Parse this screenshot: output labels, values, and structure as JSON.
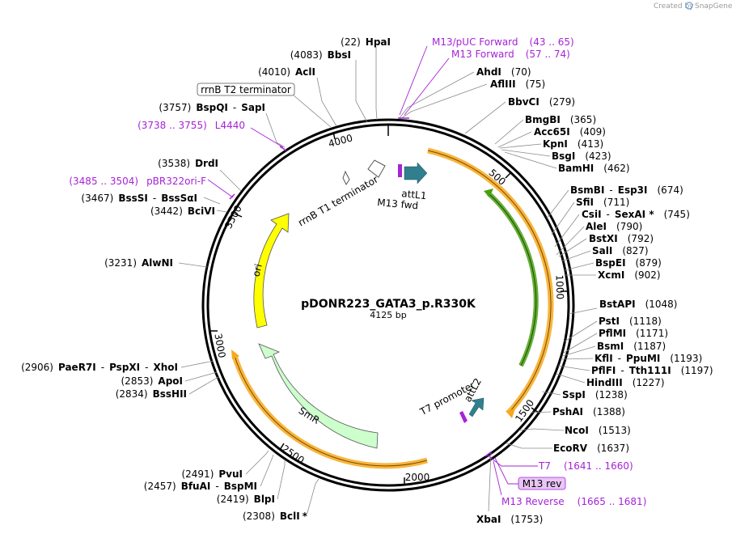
{
  "credit": {
    "prefix": "Created by",
    "brand": "SnapGene"
  },
  "plasmid": {
    "name": "pDONR223_GATA3_p.R330K",
    "size_label": "4125 bp"
  },
  "ticks": [
    "500",
    "1000",
    "1500",
    "2000",
    "2500",
    "3000",
    "3500",
    "4000"
  ],
  "features": {
    "attL1": "attL1",
    "m13fwd": "M13 fwd",
    "rrnb_t1": "rrnB T1 terminator",
    "t7_promoter": "T7 promoter",
    "attL2": "attL2",
    "ori": "ori",
    "smr": "SmR"
  },
  "boxed": {
    "rrnb_t2": "rrnB T2 terminator",
    "m13rev": "M13 rev"
  },
  "sites": {
    "hpai": {
      "pos": "(22)",
      "name": "HpaI"
    },
    "bbsi": {
      "pos": "(4083)",
      "name": "BbsI"
    },
    "acli": {
      "pos": "(4010)",
      "name": "AclI"
    },
    "bspqi": {
      "pos": "(3757)",
      "name": "BspQI",
      "alt": "SapI"
    },
    "drdi": {
      "pos": "(3538)",
      "name": "DrdI"
    },
    "bsssi": {
      "pos": "(3467)",
      "name": "BssSI",
      "alt": "BssSαI"
    },
    "bcivi": {
      "pos": "(3442)",
      "name": "BciVI"
    },
    "alwni": {
      "pos": "(3231)",
      "name": "AlwNI"
    },
    "paer7i": {
      "pos": "(2906)",
      "name": "PaeR7I",
      "alt": "PspXI",
      "alt2": "XhoI"
    },
    "apoi": {
      "pos": "(2853)",
      "name": "ApoI"
    },
    "bsshii": {
      "pos": "(2834)",
      "name": "BssHII"
    },
    "pvui": {
      "pos": "(2491)",
      "name": "PvuI"
    },
    "bfuai": {
      "pos": "(2457)",
      "name": "BfuAI",
      "alt": "BspMI"
    },
    "blpi": {
      "pos": "(2419)",
      "name": "BlpI"
    },
    "bcli": {
      "pos": "(2308)",
      "name": "BclI",
      "suffix": "*"
    },
    "xbai": {
      "name": "XbaI",
      "pos": "(1753)"
    },
    "ecorv": {
      "name": "EcoRV",
      "pos": "(1637)"
    },
    "ncoi": {
      "name": "NcoI",
      "pos": "(1513)"
    },
    "pshai": {
      "name": "PshAI",
      "pos": "(1388)"
    },
    "sspi": {
      "name": "SspI",
      "pos": "(1238)"
    },
    "hindiii": {
      "name": "HindIII",
      "pos": "(1227)"
    },
    "pflfi": {
      "name": "PflFI",
      "alt": "Tth111I",
      "pos": "(1197)"
    },
    "kfli": {
      "name": "KflI",
      "alt": "PpuMI",
      "pos": "(1193)"
    },
    "bsmi": {
      "name": "BsmI",
      "pos": "(1187)"
    },
    "pflmi": {
      "name": "PflMI",
      "pos": "(1171)"
    },
    "psti": {
      "name": "PstI",
      "pos": "(1118)"
    },
    "bstapi": {
      "name": "BstAPI",
      "pos": "(1048)"
    },
    "xcmi": {
      "name": "XcmI",
      "pos": "(902)"
    },
    "bspei": {
      "name": "BspEI",
      "pos": "(879)"
    },
    "sali": {
      "name": "SalI",
      "pos": "(827)"
    },
    "bstxi": {
      "name": "BstXI",
      "pos": "(792)"
    },
    "alei": {
      "name": "AleI",
      "pos": "(790)"
    },
    "csii": {
      "name": "CsiI",
      "alt": "SexAI *",
      "pos": "(745)"
    },
    "sfii": {
      "name": "SfiI",
      "pos": "(711)"
    },
    "bsmbi": {
      "name": "BsmBI",
      "alt": "Esp3I",
      "pos": "(674)"
    },
    "bamhi": {
      "name": "BamHI",
      "pos": "(462)"
    },
    "bsgi": {
      "name": "BsgI",
      "pos": "(423)"
    },
    "kpni": {
      "name": "KpnI",
      "pos": "(413)"
    },
    "acc65i": {
      "name": "Acc65I",
      "pos": "(409)"
    },
    "bmgbi": {
      "name": "BmgBI",
      "pos": "(365)"
    },
    "bbvci": {
      "name": "BbvCI",
      "pos": "(279)"
    },
    "aflii": {
      "name": "AflIII",
      "pos": "(75)"
    },
    "ahdi": {
      "name": "AhdI",
      "pos": "(70)"
    }
  },
  "primers": {
    "m13puc": {
      "name": "M13/pUC Forward",
      "range": "(43 .. 65)"
    },
    "m13fwd": {
      "name": "M13 Forward",
      "range": "(57 .. 74)"
    },
    "l4440": {
      "range": "(3738 .. 3755)",
      "name": "L4440"
    },
    "pbr322": {
      "range": "(3485 .. 3504)",
      "name": "pBR322ori-F"
    },
    "t7": {
      "name": "T7",
      "range": "(1641 .. 1660)"
    },
    "m13rev": {
      "name": "M13 Reverse",
      "range": "(1665 .. 1681)"
    }
  },
  "colors": {
    "ori": "#ffff00",
    "smr": "#ccffcc",
    "att": "#2f7f8f",
    "orange_band": "#f7a81b",
    "green_band": "#48a010",
    "primer": "#a524d6",
    "backbone": "#000000"
  }
}
